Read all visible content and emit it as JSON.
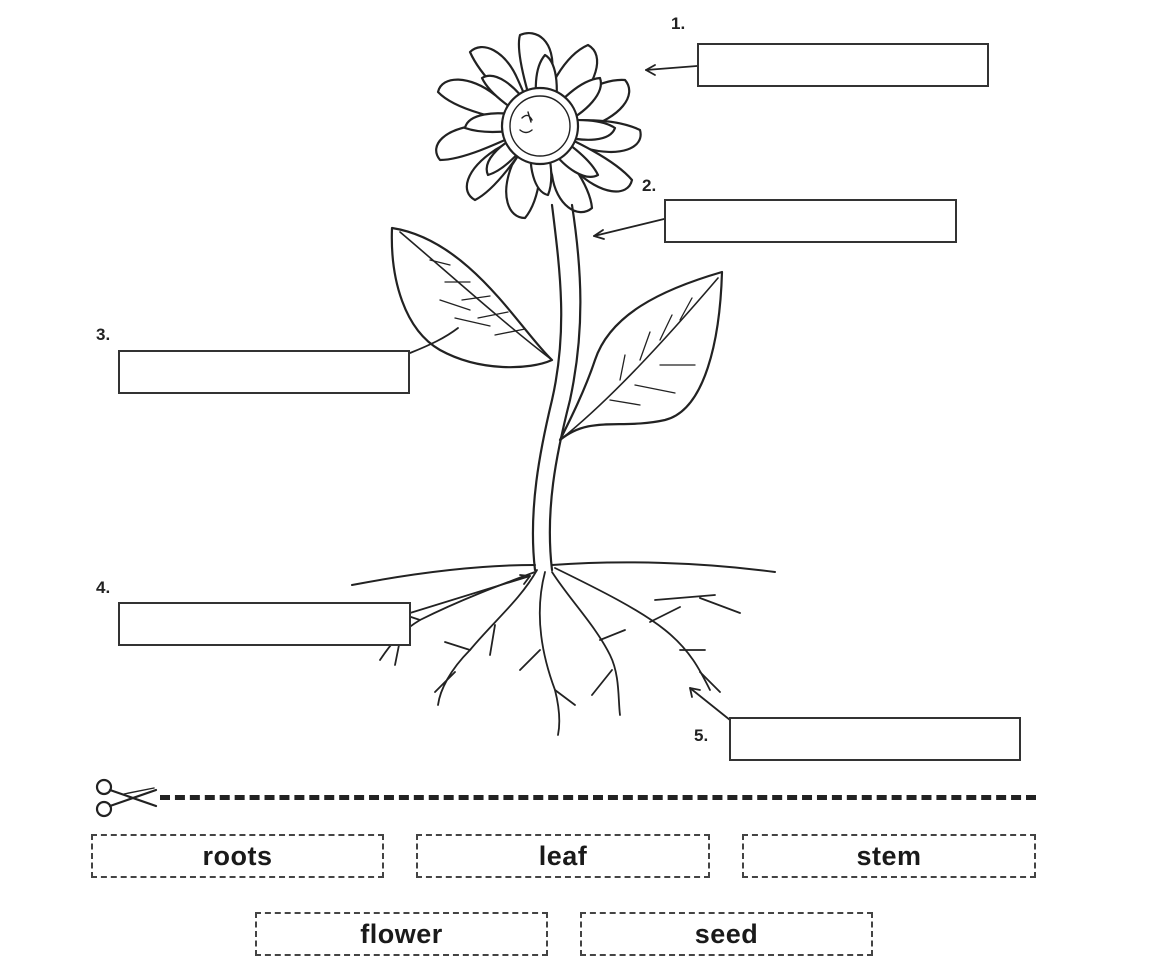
{
  "labels": {
    "one": "1.",
    "two": "2.",
    "three": "3.",
    "four": "4.",
    "five": "5."
  },
  "word_cards": {
    "roots": "roots",
    "leaf": "leaf",
    "stem": "stem",
    "flower": "flower",
    "seed": "seed"
  },
  "icons": {
    "scissors": "scissors-icon"
  },
  "colors": {
    "line": "#222222",
    "background": "#ffffff"
  }
}
